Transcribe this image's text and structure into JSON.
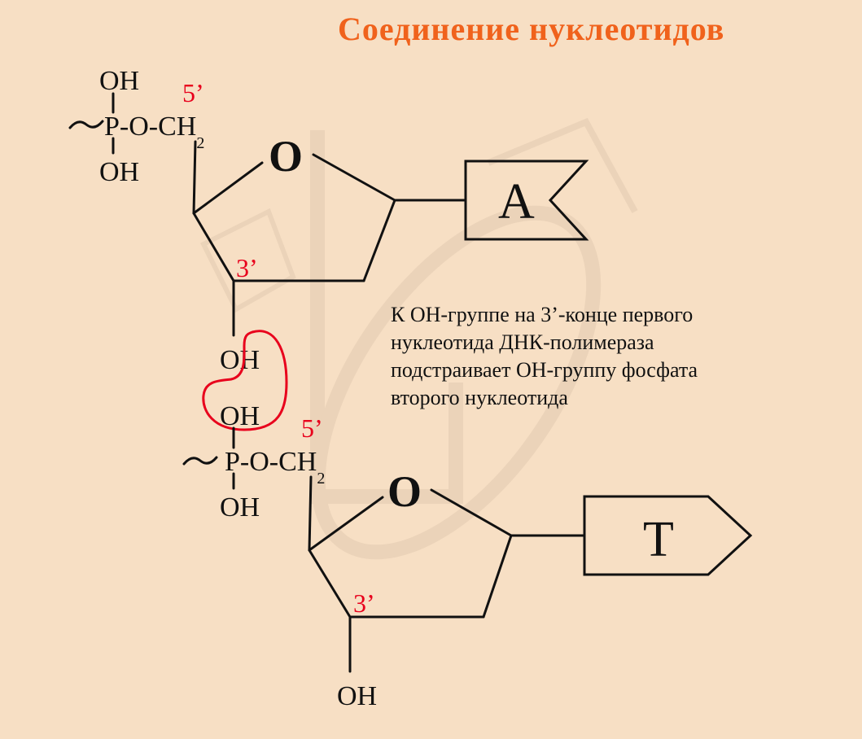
{
  "slide": {
    "title": "Соединение нуклеотидов",
    "note_lines": [
      "К ОН-группе на 3’-конце первого",
      "нуклеотида ДНК-полимераза",
      "подстраивает ОН-группу фосфата",
      "второго нуклеотида"
    ]
  },
  "nucleotide_1": {
    "phosphate_oh_top": "OH",
    "phosphate_oh_bottom": "OH",
    "phosphate_chain": "P-O-CH",
    "ch2_subscript": "2",
    "pos_5": "5’",
    "ring_oxygen": "O",
    "pos_3": "3’",
    "hydroxyl_3": "OH",
    "base": "A"
  },
  "nucleotide_2": {
    "phosphate_oh_top": "OH",
    "phosphate_oh_bottom": "OH",
    "phosphate_chain": "P-O-CH",
    "ch2_subscript": "2",
    "pos_5": "5’",
    "ring_oxygen": "O",
    "pos_3": "3’",
    "hydroxyl_3": "OH",
    "base": "T"
  },
  "colors": {
    "background": "#f7dfc4",
    "title": "#f0621c",
    "position_labels": "#e8001c",
    "highlight": "#e8001c",
    "bonds": "#111111"
  }
}
